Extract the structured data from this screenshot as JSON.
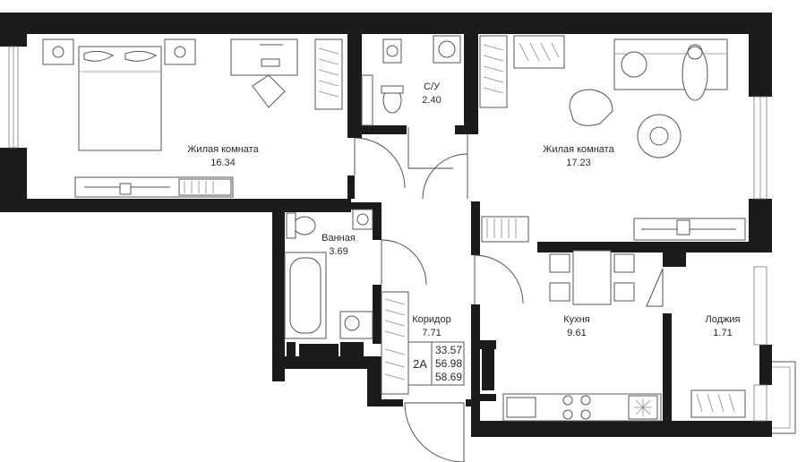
{
  "rooms": {
    "bedroom": {
      "name": "Жилая комната",
      "area": "16.34"
    },
    "living": {
      "name": "Жилая комната",
      "area": "17.23"
    },
    "wc": {
      "name": "С/У",
      "area": "2.40"
    },
    "bathroom": {
      "name": "Ванная",
      "area": "3.69"
    },
    "corridor": {
      "name": "Коридор",
      "area": "7.71"
    },
    "kitchen": {
      "name": "Кухня",
      "area": "9.61"
    },
    "loggia": {
      "name": "Лоджия",
      "area": "1.71"
    }
  },
  "apartment": {
    "type": "2А",
    "area_living": "33.57",
    "area_total": "56.98",
    "area_with_loggia": "58.69"
  },
  "colors": {
    "wall": "#1b1b1b",
    "line": "#555555",
    "background": "#ffffff"
  }
}
